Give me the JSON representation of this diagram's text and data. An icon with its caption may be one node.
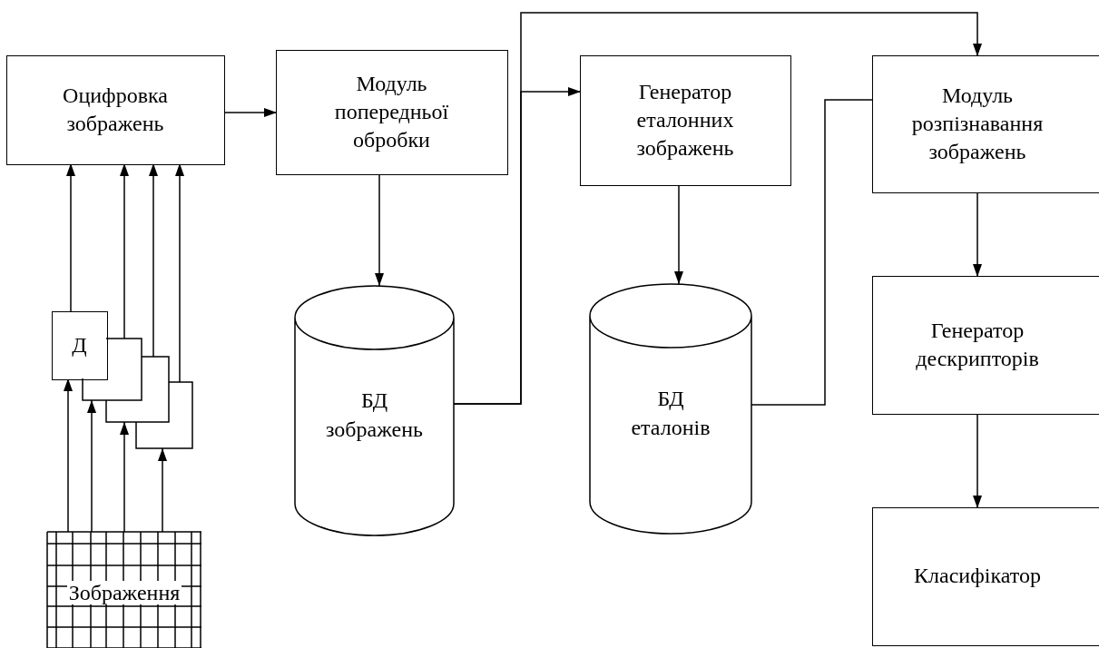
{
  "diagram": {
    "nodes": [
      {
        "text": [
          "Оцифровка зображень"
        ]
      },
      {
        "text": [
          "Модуль попередньої обробки"
        ]
      },
      {
        "text": [
          "Генератор еталонних зображень"
        ]
      },
      {
        "text": [
          "Модуль розпізнавання зображень"
        ]
      },
      {
        "text": [
          "Д"
        ]
      },
      {
        "text": [],
        "shape": "box"
      },
      {
        "text": [],
        "shape": "box"
      },
      {
        "text": [],
        "shape": "box"
      },
      {
        "text": [
          "БД зображень"
        ]
      },
      {
        "text": [
          "БД еталонів"
        ]
      },
      {
        "text": [
          "Генератор дескрипторів"
        ]
      },
      {
        "text": [
          "Класифікатор"
        ]
      },
      {
        "text": [
          "Зображення"
        ]
      }
    ],
    "edges": [
      {
        "from": 12,
        "to": 4,
        "arrow": "to"
      },
      {
        "from": 12,
        "to": 5,
        "arrow": "to"
      },
      {
        "from": 12,
        "to": 6,
        "arrow": "to"
      },
      {
        "from": 12,
        "to": 7,
        "arrow": "to"
      },
      {
        "from": 4,
        "to": 0,
        "arrow": "to"
      },
      {
        "from": 5,
        "to": 0,
        "arrow": "to"
      },
      {
        "from": 6,
        "to": 0,
        "arrow": "to"
      },
      {
        "from": 7,
        "to": 0,
        "arrow": "to"
      },
      {
        "from": 0,
        "to": 1,
        "arrow": "to"
      },
      {
        "from": 1,
        "to": 8,
        "arrow": "to"
      },
      {
        "from": 8,
        "to": 2,
        "arrow": "to"
      },
      {
        "from": 8,
        "to": 3,
        "arrow": "to"
      },
      {
        "from": 2,
        "to": 9,
        "arrow": "to"
      },
      {
        "from": 9,
        "to": 3,
        "arrow": "none"
      },
      {
        "from": 3,
        "to": 10,
        "arrow": "to"
      },
      {
        "from": 10,
        "to": 11,
        "arrow": "to"
      }
    ]
  }
}
